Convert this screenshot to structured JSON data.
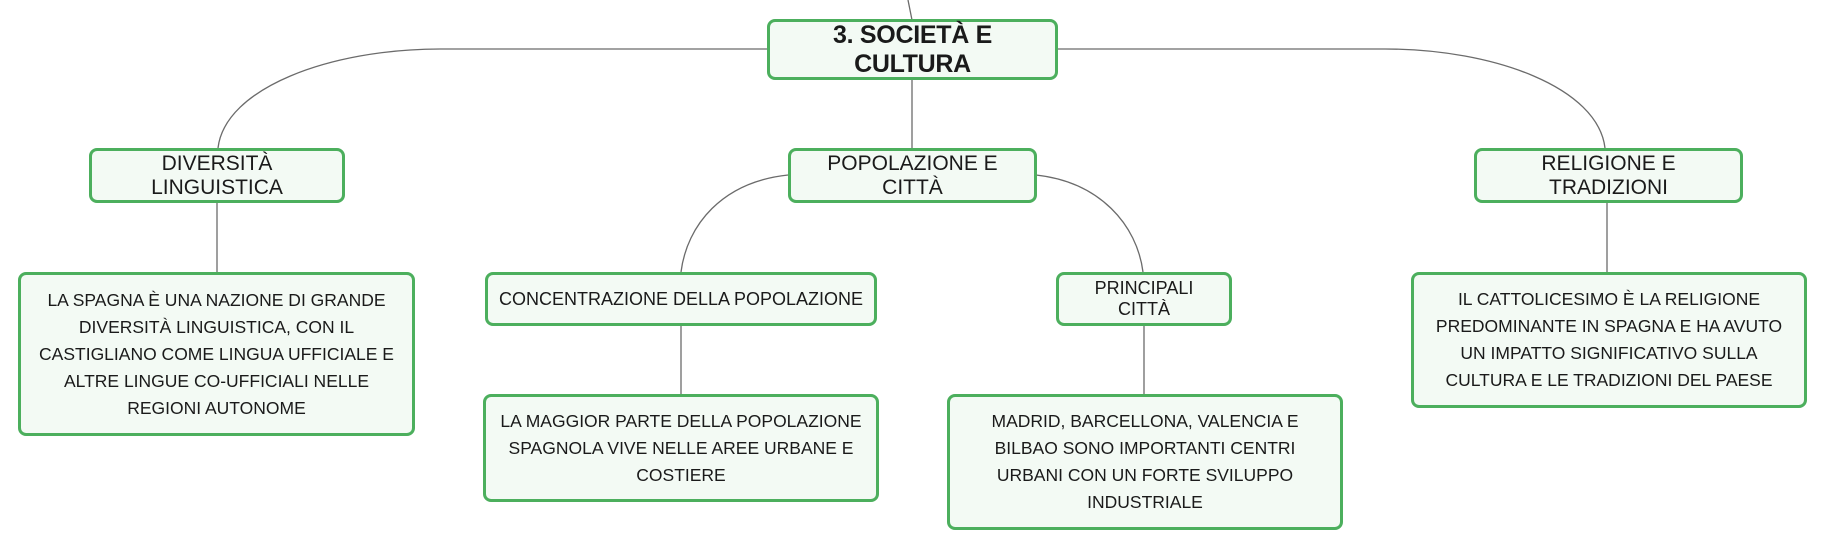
{
  "colors": {
    "node_border": "#4caf5d",
    "node_fill": "#f3faf4",
    "connector": "#6b6b6b"
  },
  "root": {
    "label": "3. SOCIETÀ E CULTURA"
  },
  "branches": [
    {
      "label": "DIVERSITÀ LINGUISTICA",
      "detail": "LA SPAGNA È UNA NAZIONE DI GRANDE DIVERSITÀ LINGUISTICA, CON IL CASTIGLIANO COME LINGUA UFFICIALE E ALTRE LINGUE CO-UFFICIALI NELLE REGIONI AUTONOME"
    },
    {
      "label": "POPOLAZIONE E CITTÀ",
      "children": [
        {
          "label": "CONCENTRAZIONE DELLA POPOLAZIONE",
          "detail": "LA MAGGIOR PARTE DELLA POPOLAZIONE SPAGNOLA VIVE NELLE AREE URBANE E COSTIERE"
        },
        {
          "label": "PRINCIPALI CITTÀ",
          "detail": "MADRID, BARCELLONA, VALENCIA E BILBAO SONO IMPORTANTI CENTRI URBANI CON UN FORTE SVILUPPO INDUSTRIALE"
        }
      ]
    },
    {
      "label": "RELIGIONE E TRADIZIONI",
      "detail": "IL CATTOLICESIMO È LA RELIGIONE PREDOMINANTE IN SPAGNA E HA AVUTO UN IMPATTO SIGNIFICATIVO SULLA CULTURA E LE TRADIZIONI DEL PAESE"
    }
  ]
}
